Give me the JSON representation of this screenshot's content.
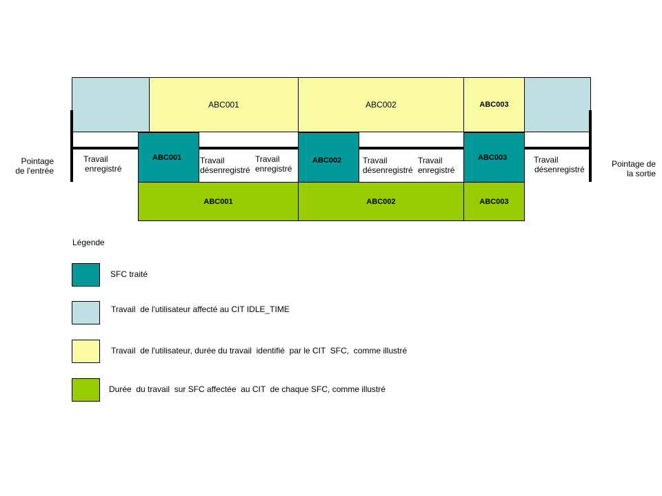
{
  "top_row": {
    "abc001": "ABC001",
    "abc002": "ABC002",
    "abc003": "ABC003"
  },
  "sfc_row": {
    "abc001": "ABC001",
    "abc002": "ABC002",
    "abc003": "ABC003"
  },
  "bottom_row": {
    "abc001": "ABC001",
    "abc002": "ABC002",
    "abc003": "ABC003"
  },
  "labels": {
    "clock_in": [
      "Pointage",
      "de l'entrée"
    ],
    "clock_out": [
      "Pointage de",
      "la sortie"
    ],
    "segment1": [
      "Travail",
      "enregistré"
    ],
    "segment2a": [
      "Travail",
      "désenregistré"
    ],
    "segment2b": [
      "Travail",
      "enregistré"
    ],
    "segment3a": [
      "Travail",
      "désenregistré"
    ],
    "segment3b": [
      "Travail",
      "enregistré"
    ],
    "segment4": [
      "Travail",
      "désenregistré"
    ]
  },
  "legend": {
    "title": "Légende",
    "items": [
      {
        "label": "SFC traité",
        "color": "#009999"
      },
      {
        "label": "Travail  de l'utilisateur affecté au CIT IDLE_TIME",
        "color": "#bfe0e0"
      },
      {
        "label": "Travail  de l'utilisateur, durée du travail  identifié  par le CIT  SFC,  comme illustré",
        "color": "#f9fba3"
      },
      {
        "label": "Durée  du travail  sur SFC affectée  au CIT  de chaque SFC, comme illustré",
        "color": "#99cc00"
      }
    ]
  }
}
